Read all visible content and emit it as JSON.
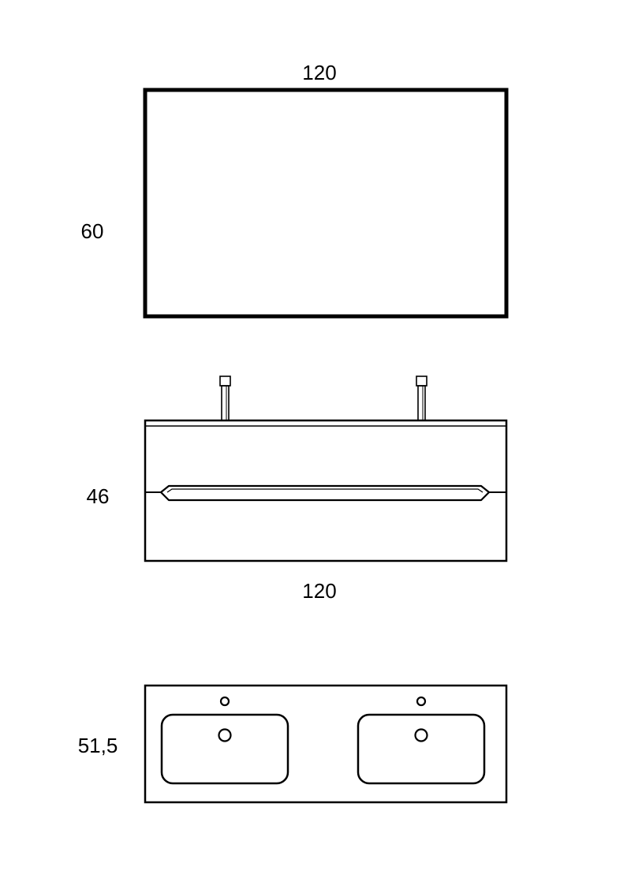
{
  "mirror": {
    "width_label": "120",
    "height_label": "60"
  },
  "cabinet": {
    "height_label": "46",
    "width_label": "120"
  },
  "basin_top": {
    "depth_label": "51,5"
  },
  "colors": {
    "line": "#000000",
    "background": "#ffffff"
  }
}
